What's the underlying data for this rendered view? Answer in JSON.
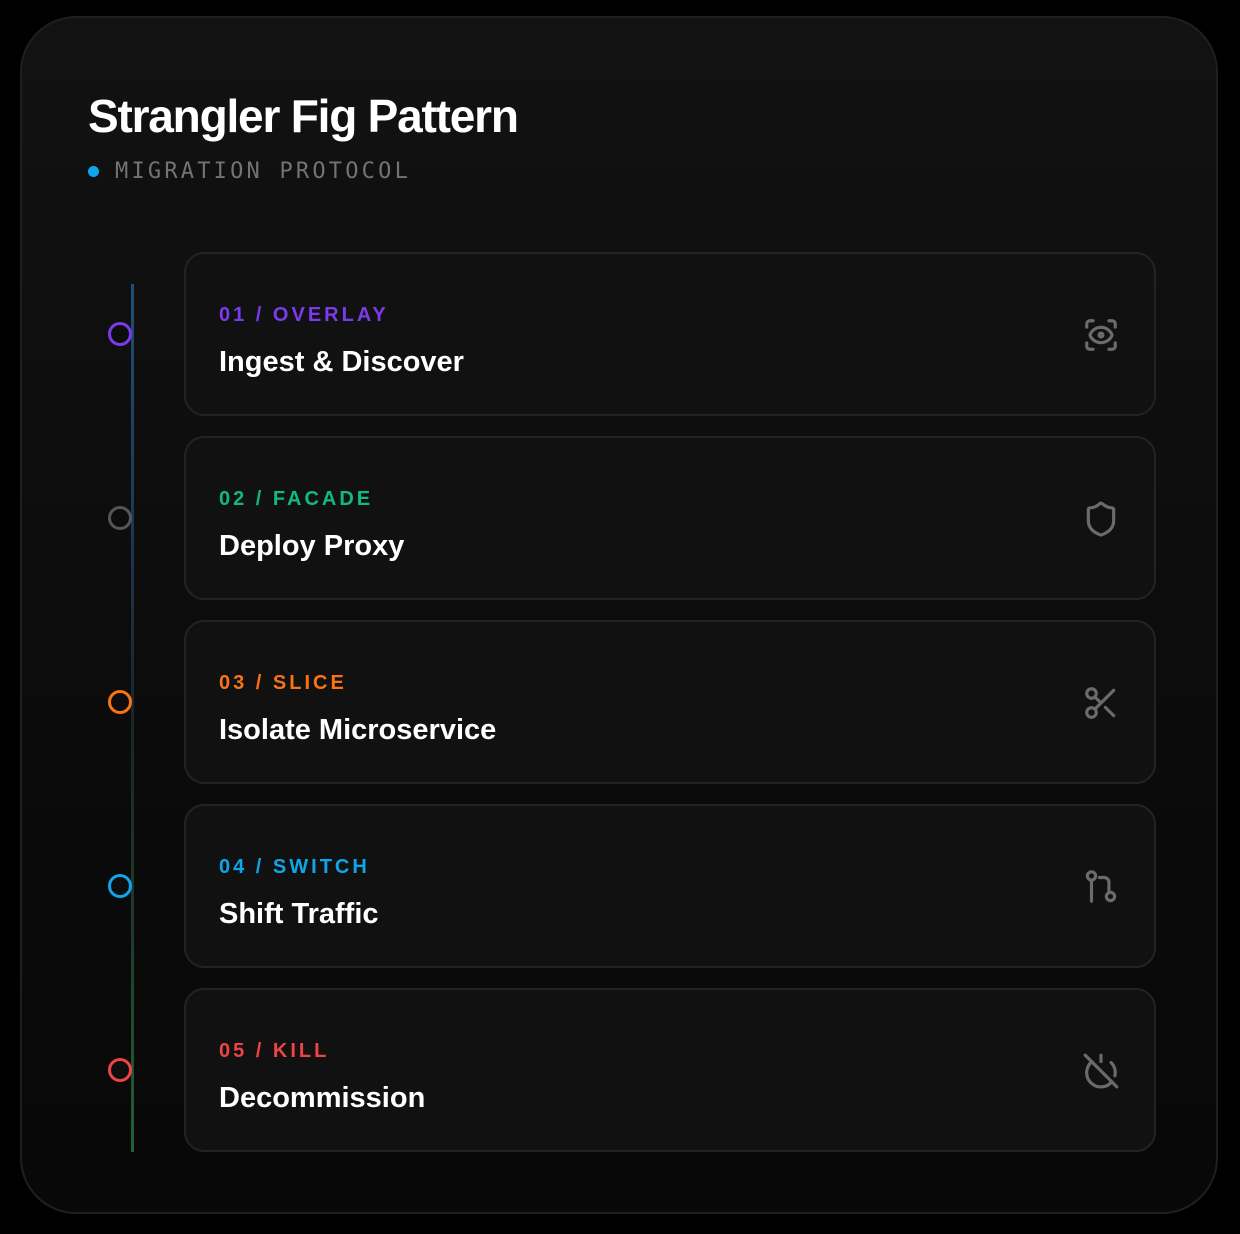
{
  "header": {
    "title": "Strangler Fig Pattern",
    "subtitle": "MIGRATION PROTOCOL",
    "accent_color": "#0ea5e9"
  },
  "steps": [
    {
      "tag": "01 / OVERLAY",
      "title": "Ingest & Discover",
      "color": "#7c3aed",
      "icon": "scan-eye-icon",
      "active": true
    },
    {
      "tag": "02 / FACADE",
      "title": "Deploy Proxy",
      "color": "#10b981",
      "icon": "shield-icon",
      "active": false
    },
    {
      "tag": "03 / SLICE",
      "title": "Isolate Microservice",
      "color": "#f97316",
      "icon": "scissors-icon",
      "active": true
    },
    {
      "tag": "04 / SWITCH",
      "title": "Shift Traffic",
      "color": "#0ea5e9",
      "icon": "git-pull-request-icon",
      "active": true
    },
    {
      "tag": "05 / KILL",
      "title": "Decommission",
      "color": "#ef4444",
      "icon": "power-off-icon",
      "active": true
    }
  ]
}
